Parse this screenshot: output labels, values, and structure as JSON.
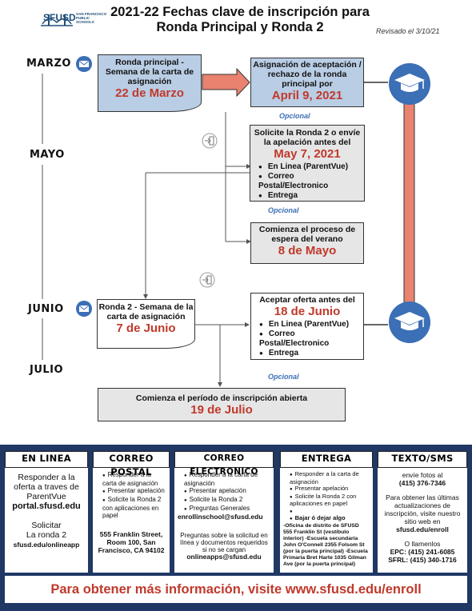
{
  "header": {
    "logo_text": "SFUSD",
    "logo_sub": "SAN FRANCISCO PUBLIC SCHOOLS",
    "title_line1": "2021-22 Fechas clave de inscripción para",
    "title_line2": "Ronda Principal y Ronda 2",
    "revised": "Revisado el 3/10/21"
  },
  "months": [
    "MARZO",
    "MAYO",
    "JUNIO",
    "JULIO"
  ],
  "boxes": {
    "main_round": {
      "text": "Ronda principal - Semana de la carta de asignación",
      "date": "22 de Marzo"
    },
    "assignment": {
      "text": "Asignación de aceptación / rechazo de la ronda principal por",
      "date": "April 9, 2021"
    },
    "round2_apply": {
      "text": "Solicite la Ronda 2 o envíe la apelación antes del",
      "date": "May 7, 2021",
      "items": [
        "En Linea (ParentVue)",
        "Correo Postal/Electronico",
        "Entrega"
      ]
    },
    "waitlist": {
      "text": "Comienza el proceso de espera del verano",
      "date": "8 de Mayo"
    },
    "round2_week": {
      "text": "Ronda 2 - Semana de la carta de asignación",
      "date": "7 de Junio"
    },
    "accept_offer": {
      "text": "Aceptar oferta antes del",
      "date": "18 de Junio",
      "items": [
        "En Linea (ParentVue)",
        "Correo Postal/Electronico",
        "Entrega"
      ]
    },
    "open_enrollment": {
      "text": "Comienza el período de inscripción abierta",
      "date": "19 de Julio"
    }
  },
  "optional_label": "Opcional",
  "columns": {
    "online": {
      "title": "EN LINEA",
      "line1": "Responder a la oferta a traves de ParentVue",
      "link1": "portal.sfusd.edu",
      "line2": "Solicitar\nLa ronda 2",
      "link2": "sfusd.edu/onlineapp"
    },
    "mail": {
      "title": "CORREO POSTAL",
      "items": [
        "Responder a la carta de asignación",
        "Presentar apelación",
        "Solicite la Ronda 2 con aplicaciones en papel"
      ],
      "address": "555 Franklin Street, Room 100, San Francisco, CA 94102"
    },
    "email": {
      "title": "CORREO ELECTRONICO",
      "items": [
        "Responder a la carta de asignación",
        "Presentar apelación",
        "Solicite la Ronda 2",
        "Preguntas Generales"
      ],
      "email1": "enrollinschool@sfusd.edu",
      "note": "Preguntas sobre la solicitud en línea y documentos requeridos si no se cargan",
      "email2": "onlineapps@sfusd.edu"
    },
    "dropoff": {
      "title": "ENTREGA",
      "items": [
        "Responder a la carta de asignación",
        "Presentar apelación",
        "Solicite la Ronda 2 con aplicaciones en papel",
        "",
        "Bajar ó dejar algo"
      ],
      "locations": "-Oficina de distrito de SFUSD 555 Franklin St (vestíbulo interior) -Escuela secundaria John O'Connell 2355 Folsom St (por la puerta principal) -Escuela Primaria Bret Harte 1035 Gilman Ave (por la puerta principal)"
    },
    "text": {
      "title": "TEXTO/SMS",
      "line1": "envíe fotos al",
      "phone": "(415) 376-7346",
      "line2": "Para obtener las últimas actualizaciones de inscripción, visite nuestro sitio web en",
      "site": "sfusd.edu/enroll",
      "line3": "O llamenlos",
      "epc": "EPC: (415) 241-6085",
      "sfrl": "SFRL: (415) 340-1716"
    }
  },
  "footer": "Para obtener más información, visite www.sfusd.edu/enroll",
  "colors": {
    "accent_red": "#c0392b",
    "navy": "#1f3864",
    "light_blue": "#b9cde5",
    "arrow_fill": "#e9826f"
  }
}
